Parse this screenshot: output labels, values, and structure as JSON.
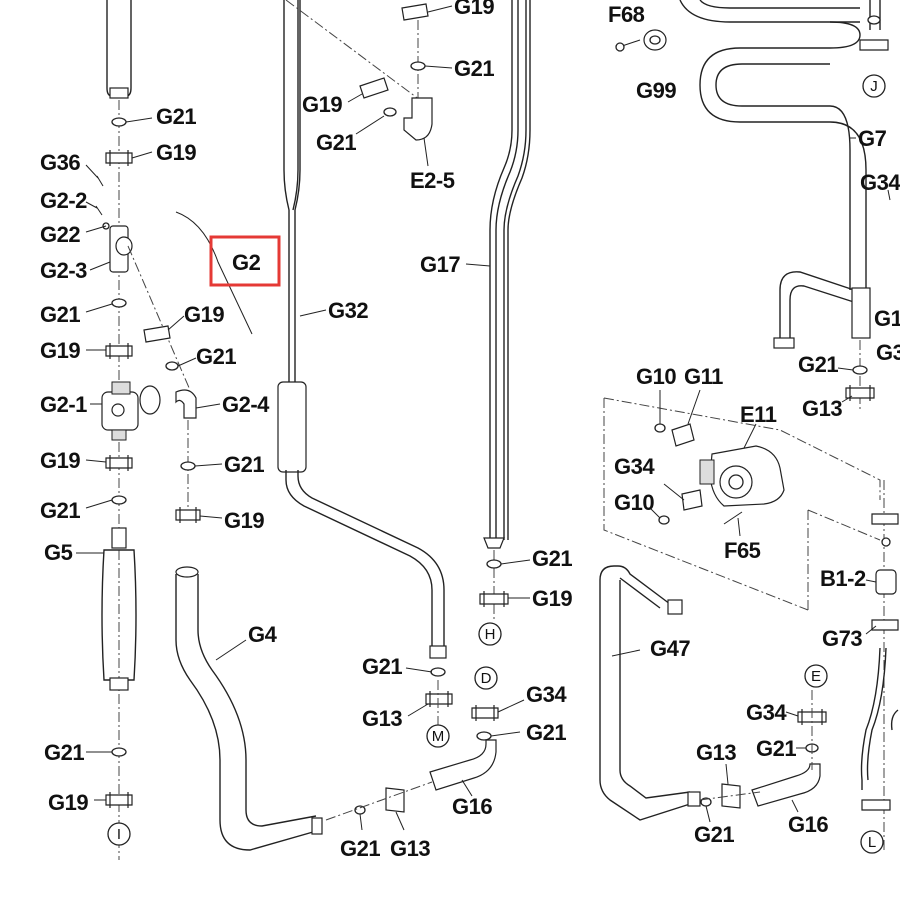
{
  "highlight": {
    "label": "G2",
    "color": "#e53935"
  },
  "labels": [
    {
      "id": "l_g21_a",
      "text": "G21"
    },
    {
      "id": "l_g19_a",
      "text": "G19"
    },
    {
      "id": "l_g36",
      "text": "G36"
    },
    {
      "id": "l_g22_2",
      "text": "G2-2"
    },
    {
      "id": "l_g22",
      "text": "G22"
    },
    {
      "id": "l_g23",
      "text": "G2-3"
    },
    {
      "id": "l_g2",
      "text": "G2"
    },
    {
      "id": "l_g21_b",
      "text": "G21"
    },
    {
      "id": "l_g19_b",
      "text": "G19"
    },
    {
      "id": "l_g19_c",
      "text": "G19"
    },
    {
      "id": "l_g21_c",
      "text": "G21"
    },
    {
      "id": "l_g21_1",
      "text": "G2-1"
    },
    {
      "id": "l_g24",
      "text": "G2-4"
    },
    {
      "id": "l_g19_d",
      "text": "G19"
    },
    {
      "id": "l_g21_d",
      "text": "G21"
    },
    {
      "id": "l_g21_e",
      "text": "G21"
    },
    {
      "id": "l_g19_e",
      "text": "G19"
    },
    {
      "id": "l_g5",
      "text": "G5"
    },
    {
      "id": "l_g4",
      "text": "G4"
    },
    {
      "id": "l_g21_f",
      "text": "G21"
    },
    {
      "id": "l_g19_f",
      "text": "G19"
    },
    {
      "id": "l_g32",
      "text": "G32"
    },
    {
      "id": "l_g19_g",
      "text": "G19"
    },
    {
      "id": "l_g21_g",
      "text": "G21"
    },
    {
      "id": "l_g19_h",
      "text": "G19"
    },
    {
      "id": "l_g21_h",
      "text": "G21"
    },
    {
      "id": "l_e25",
      "text": "E2-5"
    },
    {
      "id": "l_g17",
      "text": "G17"
    },
    {
      "id": "l_g21_i",
      "text": "G21"
    },
    {
      "id": "l_g19_i",
      "text": "G19"
    },
    {
      "id": "l_g21_j",
      "text": "G21"
    },
    {
      "id": "l_g13_a",
      "text": "G13"
    },
    {
      "id": "l_g34_a",
      "text": "G34"
    },
    {
      "id": "l_g21_k",
      "text": "G21"
    },
    {
      "id": "l_g16_a",
      "text": "G16"
    },
    {
      "id": "l_g21_l",
      "text": "G21"
    },
    {
      "id": "l_g13_b",
      "text": "G13"
    },
    {
      "id": "l_f68",
      "text": "F68"
    },
    {
      "id": "l_g99",
      "text": "G99"
    },
    {
      "id": "l_g7",
      "text": "G7"
    },
    {
      "id": "l_g34_b",
      "text": "G34"
    },
    {
      "id": "l_g1",
      "text": "G1"
    },
    {
      "id": "l_g3",
      "text": "G3"
    },
    {
      "id": "l_g21_m",
      "text": "G21"
    },
    {
      "id": "l_g13_c",
      "text": "G13"
    },
    {
      "id": "l_g10_a",
      "text": "G10"
    },
    {
      "id": "l_g11",
      "text": "G11"
    },
    {
      "id": "l_e11",
      "text": "E11"
    },
    {
      "id": "l_g34_c",
      "text": "G34"
    },
    {
      "id": "l_g10_b",
      "text": "G10"
    },
    {
      "id": "l_f65",
      "text": "F65"
    },
    {
      "id": "l_g47",
      "text": "G47"
    },
    {
      "id": "l_b12",
      "text": "B1-2"
    },
    {
      "id": "l_g73",
      "text": "G73"
    },
    {
      "id": "l_g34_d",
      "text": "G34"
    },
    {
      "id": "l_g21_n",
      "text": "G21"
    },
    {
      "id": "l_g13_d",
      "text": "G13"
    },
    {
      "id": "l_g21_o",
      "text": "G21"
    },
    {
      "id": "l_g16_b",
      "text": "G16"
    }
  ],
  "connectors": [
    {
      "id": "c_i",
      "text": "I"
    },
    {
      "id": "c_h",
      "text": "H"
    },
    {
      "id": "c_m",
      "text": "M"
    },
    {
      "id": "c_d",
      "text": "D"
    },
    {
      "id": "c_j",
      "text": "J"
    },
    {
      "id": "c_e",
      "text": "E"
    },
    {
      "id": "c_l",
      "text": "L"
    }
  ]
}
